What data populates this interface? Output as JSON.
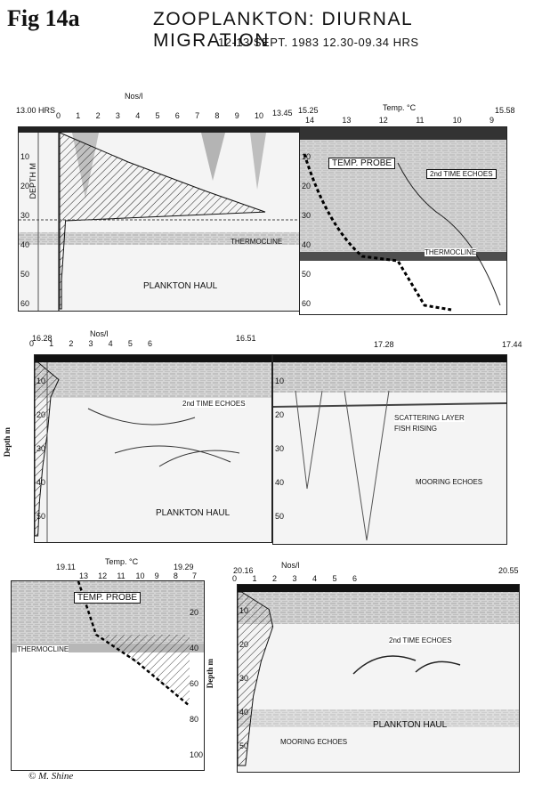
{
  "figure_label": "Fig 14a",
  "title": "ZOOPLANKTON: DIURNAL MIGRATION",
  "subtitle": "12-13 SEPT. 1983  12.30-09.34 HRS",
  "credit": "© M. Shine",
  "panels": {
    "p1": {
      "time_start": "13.00 HRS",
      "time_end": "13.45",
      "axis_unit": "Nos/l",
      "axis_ticks": [
        "0",
        "1",
        "2",
        "3",
        "4",
        "5",
        "6",
        "7",
        "8",
        "9",
        "10"
      ],
      "depth_label": "DEPTH M",
      "depth_ticks": [
        "10",
        "20",
        "30",
        "40",
        "50",
        "60"
      ],
      "thermocline": "THERMOCLINE",
      "haul": "PLANKTON HAUL"
    },
    "p2": {
      "time_start": "15.25",
      "time_end": "15.58",
      "axis_unit": "Temp. °C",
      "axis_ticks": [
        "14",
        "13",
        "12",
        "11",
        "10",
        "9"
      ],
      "probe": "TEMP. PROBE",
      "echoes": "2nd TIME ECHOES",
      "thermocline": "THERMOCLINE",
      "depth_ticks": [
        "10",
        "20",
        "30",
        "40",
        "50",
        "60"
      ]
    },
    "p3": {
      "time_start": "16.28",
      "time_end": "16.51",
      "axis_unit": "Nos/l",
      "axis_ticks": [
        "0",
        "1",
        "2",
        "3",
        "4",
        "5",
        "6"
      ],
      "echoes": "2nd TIME ECHOES",
      "haul": "PLANKTON HAUL",
      "depth_ticks": [
        "10",
        "20",
        "30",
        "40",
        "50"
      ]
    },
    "p4": {
      "time_start": "17.28",
      "time_end": "17.44",
      "scattering": "SCATTERING LAYER",
      "fish": "FISH RISING",
      "mooring": "MOORING ECHOES",
      "depth_ticks": [
        "10",
        "20",
        "30",
        "40",
        "50"
      ]
    },
    "p5": {
      "time_start": "19.11",
      "time_end": "19.29",
      "axis_unit": "Temp. °C",
      "axis_ticks": [
        "13",
        "12",
        "11",
        "10",
        "9",
        "8",
        "7"
      ],
      "probe": "TEMP. PROBE",
      "thermocline": "THERMOCLINE",
      "depth_ticks": [
        "20",
        "40",
        "60",
        "80",
        "100"
      ]
    },
    "p6": {
      "time_start": "20.16",
      "time_end": "20.55",
      "axis_unit": "Nos/l",
      "axis_ticks": [
        "0",
        "1",
        "2",
        "3",
        "4",
        "5",
        "6"
      ],
      "echoes": "2nd TIME ECHOES",
      "haul": "PLANKTON HAUL",
      "mooring": "MOORING ECHOES",
      "depth_ticks": [
        "10",
        "20",
        "30",
        "40",
        "50"
      ]
    }
  },
  "depth_axis_label": "Depth m",
  "plankton_profiles": {
    "p1": {
      "depth_m": [
        0,
        10,
        20,
        27,
        30,
        40,
        50,
        60
      ],
      "nos_per_l": [
        0,
        3.5,
        7.5,
        10.5,
        0.3,
        0.2,
        0.1,
        0.1
      ]
    },
    "p3": {
      "depth_m": [
        0,
        5,
        10,
        20,
        30,
        40,
        50
      ],
      "nos_per_l": [
        0.2,
        1.5,
        1.0,
        0.8,
        0.5,
        0.3,
        0.2
      ]
    },
    "p6": {
      "depth_m": [
        0,
        5,
        10,
        20,
        30,
        40,
        50
      ],
      "nos_per_l": [
        0.2,
        1.6,
        1.8,
        1.2,
        0.8,
        0.6,
        0.4
      ]
    }
  }
}
